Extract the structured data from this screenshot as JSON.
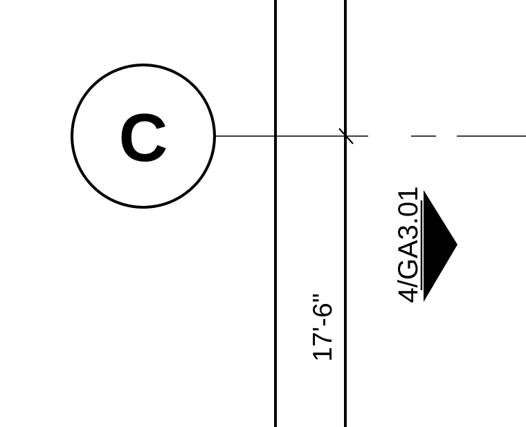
{
  "drawing": {
    "grid_bubble": {
      "label": "C"
    },
    "dimension": {
      "label": "17'-6\""
    },
    "section_marker": {
      "reference": "4/GA3.01",
      "arrow_icon": "section-arrow-icon"
    },
    "colors": {
      "line": "#000000",
      "background": "#ffffff"
    }
  }
}
